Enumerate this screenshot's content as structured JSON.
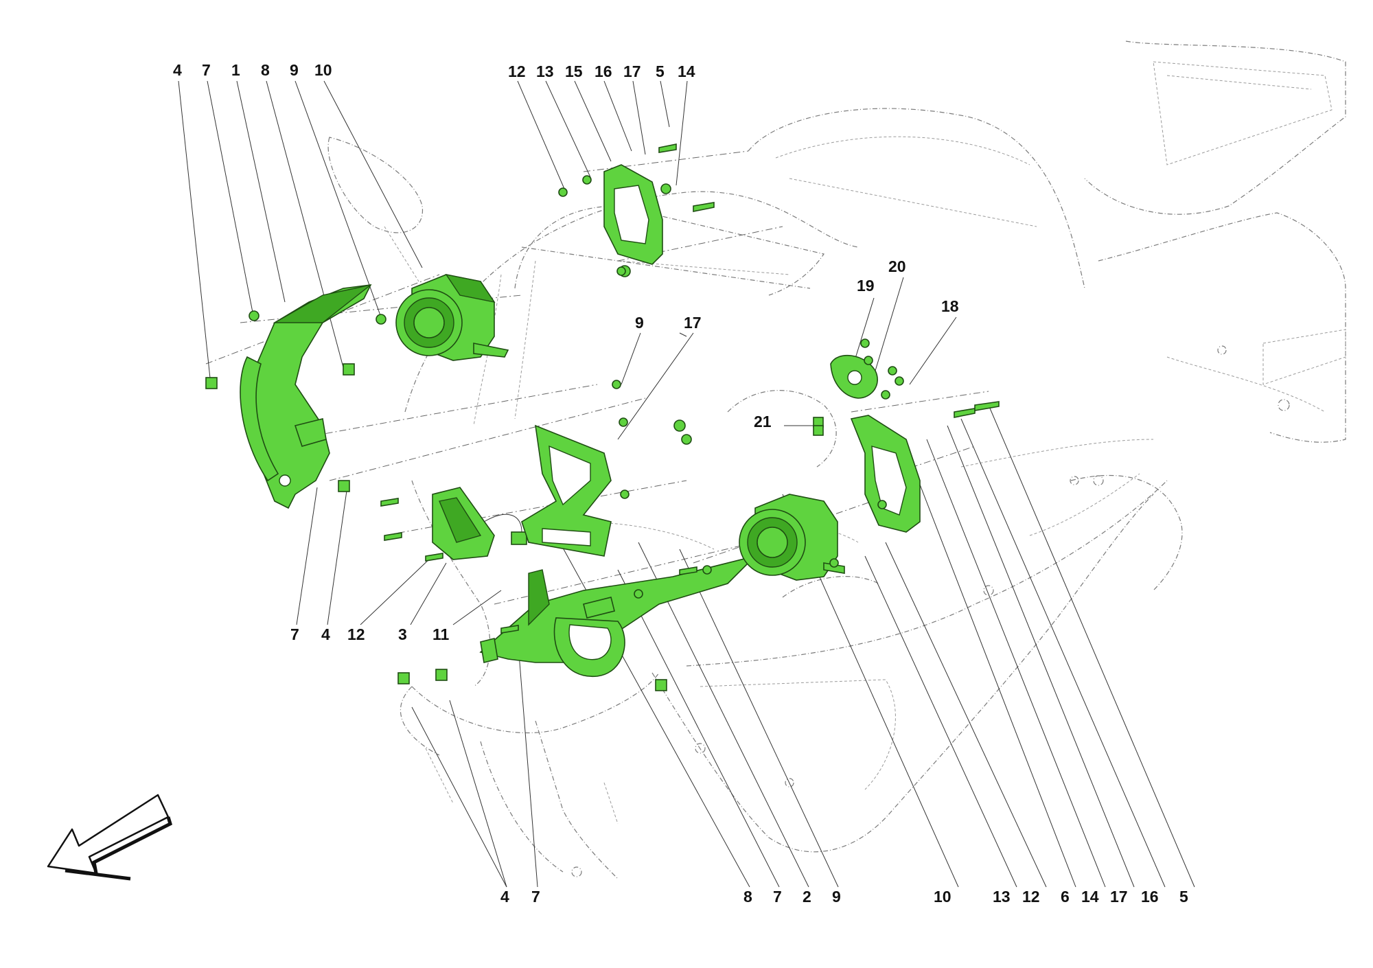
{
  "diagram": {
    "labels_top_left": [
      "4",
      "7",
      "1",
      "8",
      "9",
      "10"
    ],
    "labels_top_center": [
      "12",
      "13",
      "15",
      "16",
      "17",
      "5",
      "14"
    ],
    "labels_middle": [
      "9",
      "17",
      "21",
      "19",
      "20",
      "18"
    ],
    "labels_lower_left": [
      "7",
      "4",
      "12",
      "3",
      "11"
    ],
    "labels_bottom": [
      "4",
      "7",
      "8",
      "7",
      "2",
      "9",
      "10",
      "13",
      "12",
      "6",
      "14",
      "17",
      "16",
      "5"
    ],
    "direction_arrow": "front-direction-arrow-icon",
    "colors": {
      "part_fill": "#5fd33f",
      "part_stroke": "#1e4d12",
      "outline": "#7a7a7a",
      "label": "#111111"
    }
  }
}
